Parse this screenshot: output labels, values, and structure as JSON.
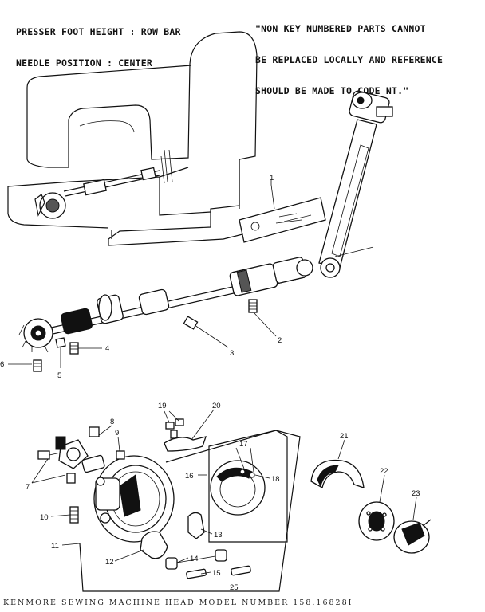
{
  "header": {
    "left_lines": [
      "PRESSER FOOT HEIGHT : ROW BAR",
      "NEEDLE POSITION : CENTER"
    ],
    "right_lines": [
      "\"NON KEY NUMBERED PARTS CANNOT",
      "BE REPLACED LOCALLY AND REFERENCE",
      "SHOULD BE MADE TO CODE NT.\""
    ]
  },
  "callouts": {
    "c1": "1",
    "c2": "2",
    "c3": "3",
    "c4": "4",
    "c5": "5",
    "c6": "6",
    "c7": "7",
    "c8": "8",
    "c9": "9",
    "c10": "10",
    "c11": "11",
    "c12": "12",
    "c13": "13",
    "c14": "14",
    "c15": "15",
    "c16": "16",
    "c17": "17",
    "c18": "18",
    "c19": "19",
    "c20": "20",
    "c21": "21",
    "c22": "22",
    "c23": "23",
    "c25": "25"
  },
  "footer": "KENMORE SEWING MACHINE HEAD MODEL NUMBER 158.16828I"
}
